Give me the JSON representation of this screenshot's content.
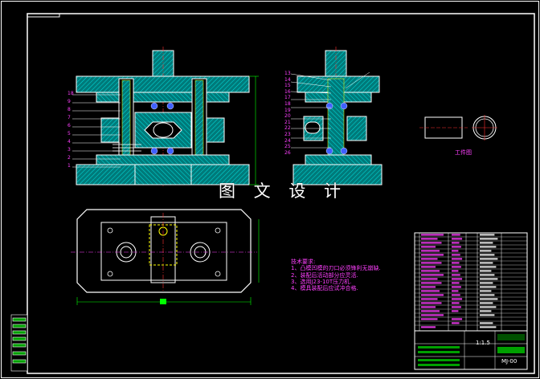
{
  "watermark": "图 文 设 计",
  "tech_notes": {
    "heading": "技术要求:",
    "items": [
      "1、凸模凹模的刃口必须锋利无崩缺.",
      "2、装配后活动部分应灵活.",
      "3、选用J23-10T压力机.",
      "4、模具装配后应试冲合格."
    ]
  },
  "part_label": "工件图",
  "scale_text": "1:1.5",
  "drawing_no": "MJ-00",
  "front_view_numbers": [
    "18",
    "9",
    "8",
    "7",
    "6",
    "5",
    "4",
    "3",
    "2",
    "1"
  ],
  "side_view_numbers": [
    "13",
    "14",
    "15",
    "16",
    "17",
    "18",
    "19",
    "20",
    "21",
    "22",
    "23",
    "24",
    "25",
    "26"
  ],
  "colors": {
    "background": "#000000",
    "frame": "#ffffff",
    "part_fill": "#00b0b0",
    "hatch": "#00d0d0",
    "dimension": "#00ff00",
    "magenta": "#ff40ff",
    "yellow": "#ffff00",
    "blue": "#4060ff",
    "red": "#ff3030"
  }
}
